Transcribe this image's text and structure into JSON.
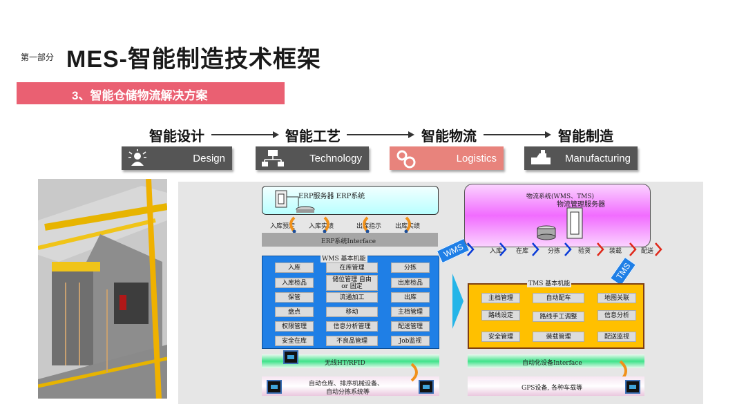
{
  "header": {
    "part_label": "第一部分",
    "title": "MES-智能制造技术框架",
    "section": "3、智能仓储物流解决方案"
  },
  "flow": [
    {
      "label": "智能设计",
      "card": "Design",
      "icon": "design-icon",
      "color": "#555555"
    },
    {
      "label": "智能工艺",
      "card": "Technology",
      "icon": "technology-icon",
      "color": "#555555"
    },
    {
      "label": "智能物流",
      "card": "Logistics",
      "icon": "gears-icon",
      "color": "#e8837c"
    },
    {
      "label": "智能制造",
      "card": "Manufacturing",
      "icon": "manufacturing-icon",
      "color": "#555555"
    }
  ],
  "erp": {
    "server": "ERP服务器 ERP系统",
    "labels": [
      "入库预定",
      "入库实绩",
      "出库指示",
      "出库实绩"
    ],
    "interface": "ERP系统Interface"
  },
  "wms": {
    "badge": "WMS",
    "title": "WMS  基本机能",
    "buttons": [
      [
        "入库",
        "在库管理",
        "分拣"
      ],
      [
        "入库检品",
        "储位管理 自由  or  固定",
        "出库检品"
      ],
      [
        "保管",
        "流通加工",
        "出库"
      ],
      [
        "盘点",
        "移动",
        "主档管理"
      ],
      [
        "权限管理",
        "信息分析管理",
        "配送管理"
      ],
      [
        "安全在库",
        "不良品管理",
        "Job监视"
      ]
    ],
    "wireless": "无线HT/RFID",
    "equipment": [
      "自动仓库、排序机械设备、",
      "自动分拣系统等"
    ]
  },
  "logistics": {
    "system": "物流系统(WMS、TMS)",
    "server": "物流管理服务器",
    "steps": [
      "入库",
      "在库",
      "分拣",
      "验货",
      "装载",
      "配送"
    ]
  },
  "tms": {
    "badge": "TMS",
    "title": "TMS  基本机能",
    "buttons": [
      [
        "主档管理",
        "自动配车",
        "地图关联"
      ],
      [
        "路线设定",
        "路线手工调整",
        "信息分析"
      ],
      [
        "安全管理",
        "装载管理",
        "配送监视"
      ]
    ],
    "interface": "自动化设备Interface",
    "gps": "GPS设备, 各种车载等"
  }
}
